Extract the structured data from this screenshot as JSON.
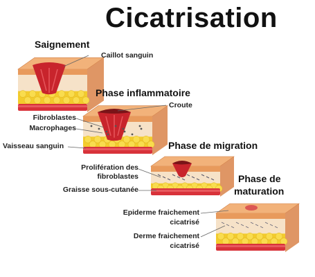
{
  "title": "Cicatrisation",
  "stages": [
    {
      "heading": "Saignement"
    },
    {
      "heading": "Phase inflammatoire"
    },
    {
      "heading": "Phase de migration"
    },
    {
      "heading": "Phase de",
      "heading2": "maturation"
    }
  ],
  "labels": {
    "caillot": "Caillot sanguin",
    "croute": "Croute",
    "fibroblastes": "Fibroblastes",
    "macrophages": "Macrophages",
    "vaisseau": "Vaisseau sanguin",
    "proliferation1": "Prolifération des",
    "proliferation2": "fibroblastes",
    "graisse": "Graisse sous-cutanée",
    "epiderme1": "Epiderme fraichement",
    "epiderme2": "cicatrisé",
    "derme1": "Derme fraichement",
    "derme2": "cicatrisé"
  },
  "colors": {
    "epidermis_top": "#f2b27a",
    "epidermis_front": "#e89a5c",
    "dermis": "#f6e2c8",
    "fat": "#f3cc2c",
    "vessel": "#d8323a",
    "wound": "#c8242c",
    "side": "#d9844a"
  }
}
